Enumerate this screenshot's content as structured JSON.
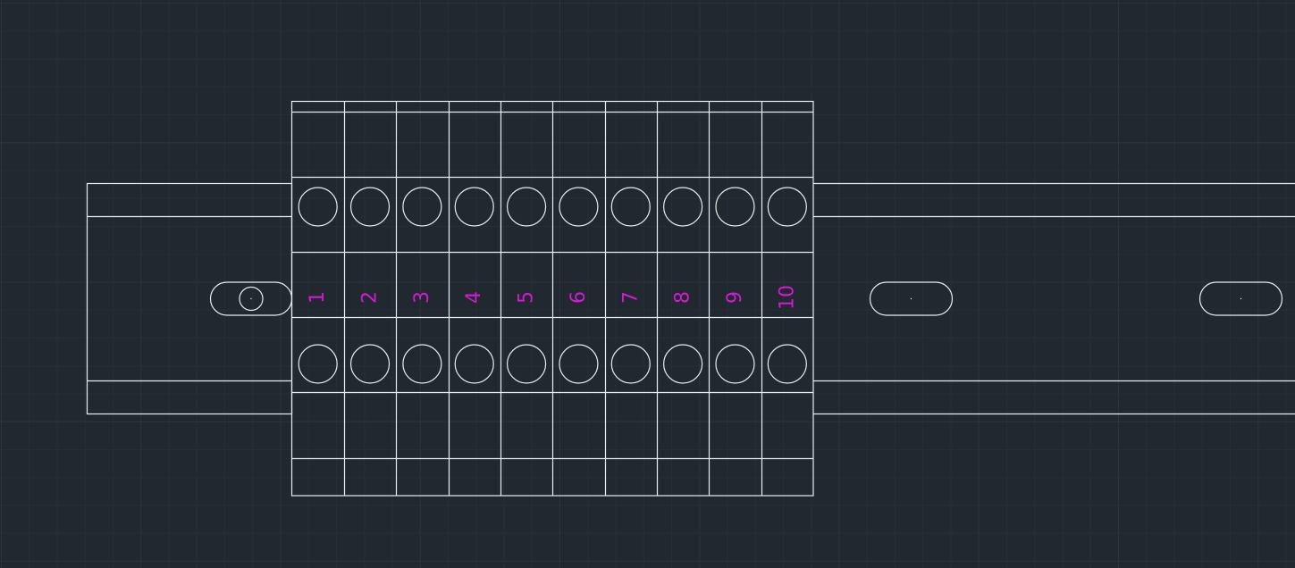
{
  "colors": {
    "background": "#212830",
    "grid_minor": "#262e37",
    "grid_major": "#2b343e",
    "line": "#e8ecef",
    "label": "#d21ad2"
  },
  "icons": {
    "terminal_hole": "circle-icon",
    "rail_slot": "slot-icon"
  },
  "terminal_block": {
    "terminal_count": 10,
    "labels": [
      "1",
      "2",
      "3",
      "4",
      "5",
      "6",
      "7",
      "8",
      "9",
      "10"
    ]
  },
  "din_rail": {
    "slot_count": 3
  }
}
